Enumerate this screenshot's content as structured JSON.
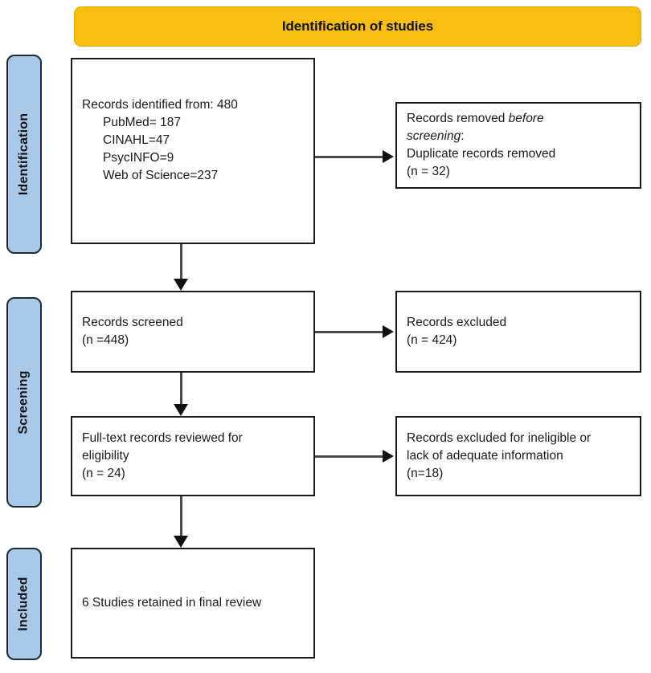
{
  "banner": {
    "title": "Identification of studies"
  },
  "stages": [
    {
      "id": "identification",
      "label": "Identification"
    },
    {
      "id": "screening",
      "label": "Screening"
    },
    {
      "id": "included",
      "label": "Included"
    }
  ],
  "boxes": {
    "identified": {
      "lines": [
        "Records identified from: 480",
        "PubMed= 187",
        "CINAHL=47",
        "PsycINFO=9",
        "Web of Science=237"
      ]
    },
    "removed": {
      "line1_plain": "Records removed ",
      "line1_italic": "before",
      "line2_italic": "screening",
      "line2_plain": ":",
      "line3": "Duplicate records removed",
      "line4": "(n = 32)"
    },
    "screened": {
      "lines": [
        "Records screened",
        "(n =448)"
      ]
    },
    "excluded": {
      "lines": [
        "Records excluded",
        "(n = 424)"
      ]
    },
    "fulltext": {
      "lines": [
        "Full-text records reviewed for",
        "eligibility",
        "(n = 24)"
      ]
    },
    "excluded_ineligible": {
      "lines": [
        "Records excluded for ineligible or",
        "lack of adequate information",
        "(n=18)"
      ]
    },
    "included": {
      "lines": [
        "6 Studies retained in final review"
      ]
    }
  },
  "colors": {
    "banner_fill": "#F8BE0D",
    "stage_fill": "#A9C9E9",
    "stage_border": "#1F2A3A",
    "box_border": "#1a1a1a",
    "connector": "#4a4a4a"
  }
}
